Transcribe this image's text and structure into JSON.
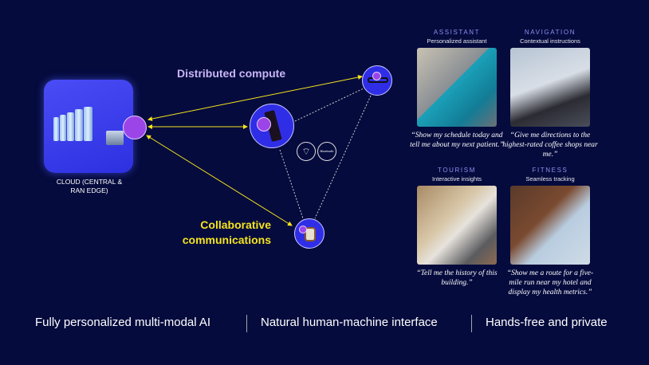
{
  "diagram": {
    "distributed_label": "Distributed compute",
    "collaborative_label": "Collaborative communications",
    "cloud_label": "CLOUD (CENTRAL & RAN EDGE)",
    "icons": [
      "server-rack-icon",
      "edge-box-icon",
      "ai-brain-icon",
      "smartphone-icon",
      "smart-glasses-icon",
      "smartwatch-icon",
      "wifi-icon",
      "bluetooth-icon"
    ],
    "bluetooth_text": "Bluetooth",
    "colors": {
      "background": "#050b3d",
      "cloud": "#3a3cf0",
      "device": "#2f2ee6",
      "ai_badge": "#9b45e8",
      "yellow": "#f5e31c",
      "lavender": "#c9b6f5"
    }
  },
  "use_cases": [
    {
      "category": "ASSISTANT",
      "subtitle": "Personalized assistant",
      "quote": "“Show my schedule today and tell me about my next patient.”"
    },
    {
      "category": "NAVIGATION",
      "subtitle": "Contextual instructions",
      "quote": "“Give me directions to the highest-rated coffee shops near me.”"
    },
    {
      "category": "TOURISM",
      "subtitle": "Interactive insights",
      "quote": "“Tell me the history of this building.”"
    },
    {
      "category": "FITNESS",
      "subtitle": "Seamless tracking",
      "quote": "“Show me a route for a five-mile run near my hotel and display my health metrics.”"
    }
  ],
  "bottom": [
    "Fully personalized multi-modal AI",
    "Natural human-machine interface",
    "Hands-free and private"
  ]
}
